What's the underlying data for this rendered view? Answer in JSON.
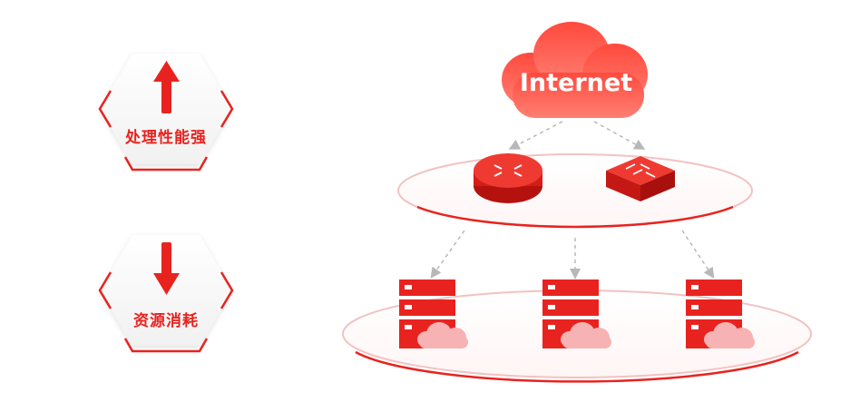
{
  "left_panel": {
    "items": [
      {
        "label": "处理性能强",
        "direction": "up"
      },
      {
        "label": "资源消耗",
        "direction": "down"
      }
    ]
  },
  "network": {
    "cloud_label": "Internet",
    "devices": [
      {
        "type": "router",
        "icon": "router-icon"
      },
      {
        "type": "switch",
        "icon": "switch-icon"
      }
    ],
    "servers": [
      {
        "icon": "server-cloud-icon"
      },
      {
        "icon": "server-cloud-icon"
      },
      {
        "icon": "server-cloud-icon"
      }
    ]
  },
  "colors": {
    "primary": "#e8231f",
    "dark_red": "#b5120f",
    "light_pink": "#f7b3b3",
    "dashed_gray": "#b8b8b8"
  }
}
